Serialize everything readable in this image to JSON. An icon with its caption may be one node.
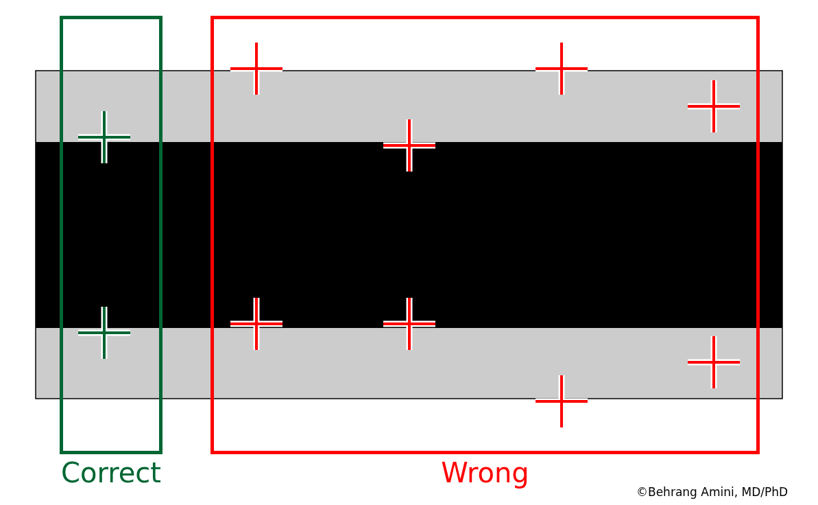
{
  "diagram": {
    "nodes": [
      {
        "text": [
          "Correct"
        ]
      },
      {
        "text": [
          "Wrong"
        ]
      }
    ],
    "labels": [
      "©Behrang Amini, MD/PhD"
    ]
  }
}
